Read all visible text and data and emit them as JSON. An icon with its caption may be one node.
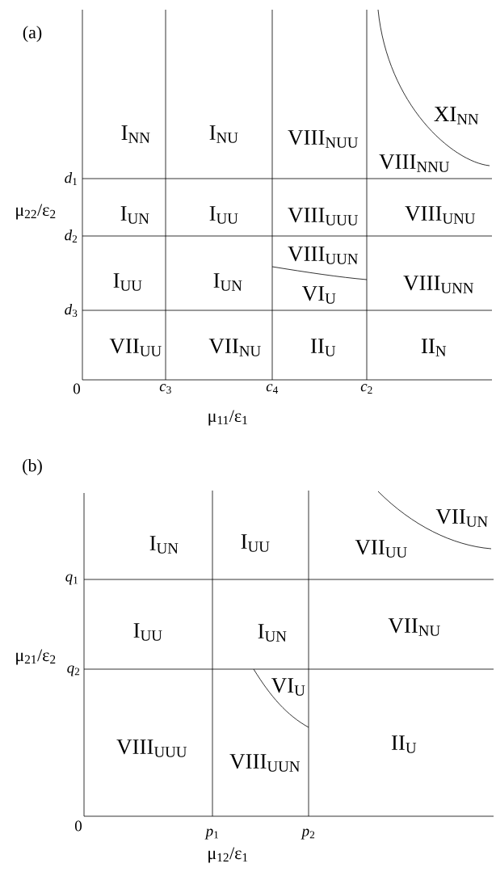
{
  "diagram": {
    "labels": [
      "(a)",
      "I$_{NN}$",
      "I$_{NU}$",
      "VIII$_{NUU}$",
      "XI$_{NN}$",
      "VIII$_{NNU}$",
      "*d*$_{1}$",
      "μ$_{22}$/ε$_{2}$",
      "I$_{UN}$",
      "I$_{UU}$",
      "VIII$_{UUU}$",
      "VIII$_{UNU}$",
      "*d*$_{2}$",
      "VIII$_{UUN}$",
      "I$_{UU}$",
      "I$_{UN}$",
      "VI$_{U}$",
      "VIII$_{UNN}$",
      "*d*$_{3}$",
      "VII$_{UU}$",
      "VII$_{NU}$",
      "II$_{U}$",
      "II$_{N}$",
      "0",
      "*c*$_{3}$",
      "*c*$_{4}$",
      "*c*$_{2}$",
      "μ$_{11}$/ε$_{1}$",
      "(b)",
      "VII$_{UN}$",
      "I$_{UN}$",
      "I$_{UU}$",
      "VII$_{UU}$",
      "*q*$_{1}$",
      "I$_{UU}$",
      "I$_{UN}$",
      "VII$_{NU}$",
      "μ$_{21}$/ε$_{2}$",
      "*q*$_{2}$",
      "VI$_{U}$",
      "VIII$_{UUU}$",
      "II$_{U}$",
      "VIII$_{UUN}$",
      "0",
      "*p*$_{1}$",
      "*p*$_{2}$",
      "μ$_{12}$/ε$_{1}$"
    ]
  }
}
